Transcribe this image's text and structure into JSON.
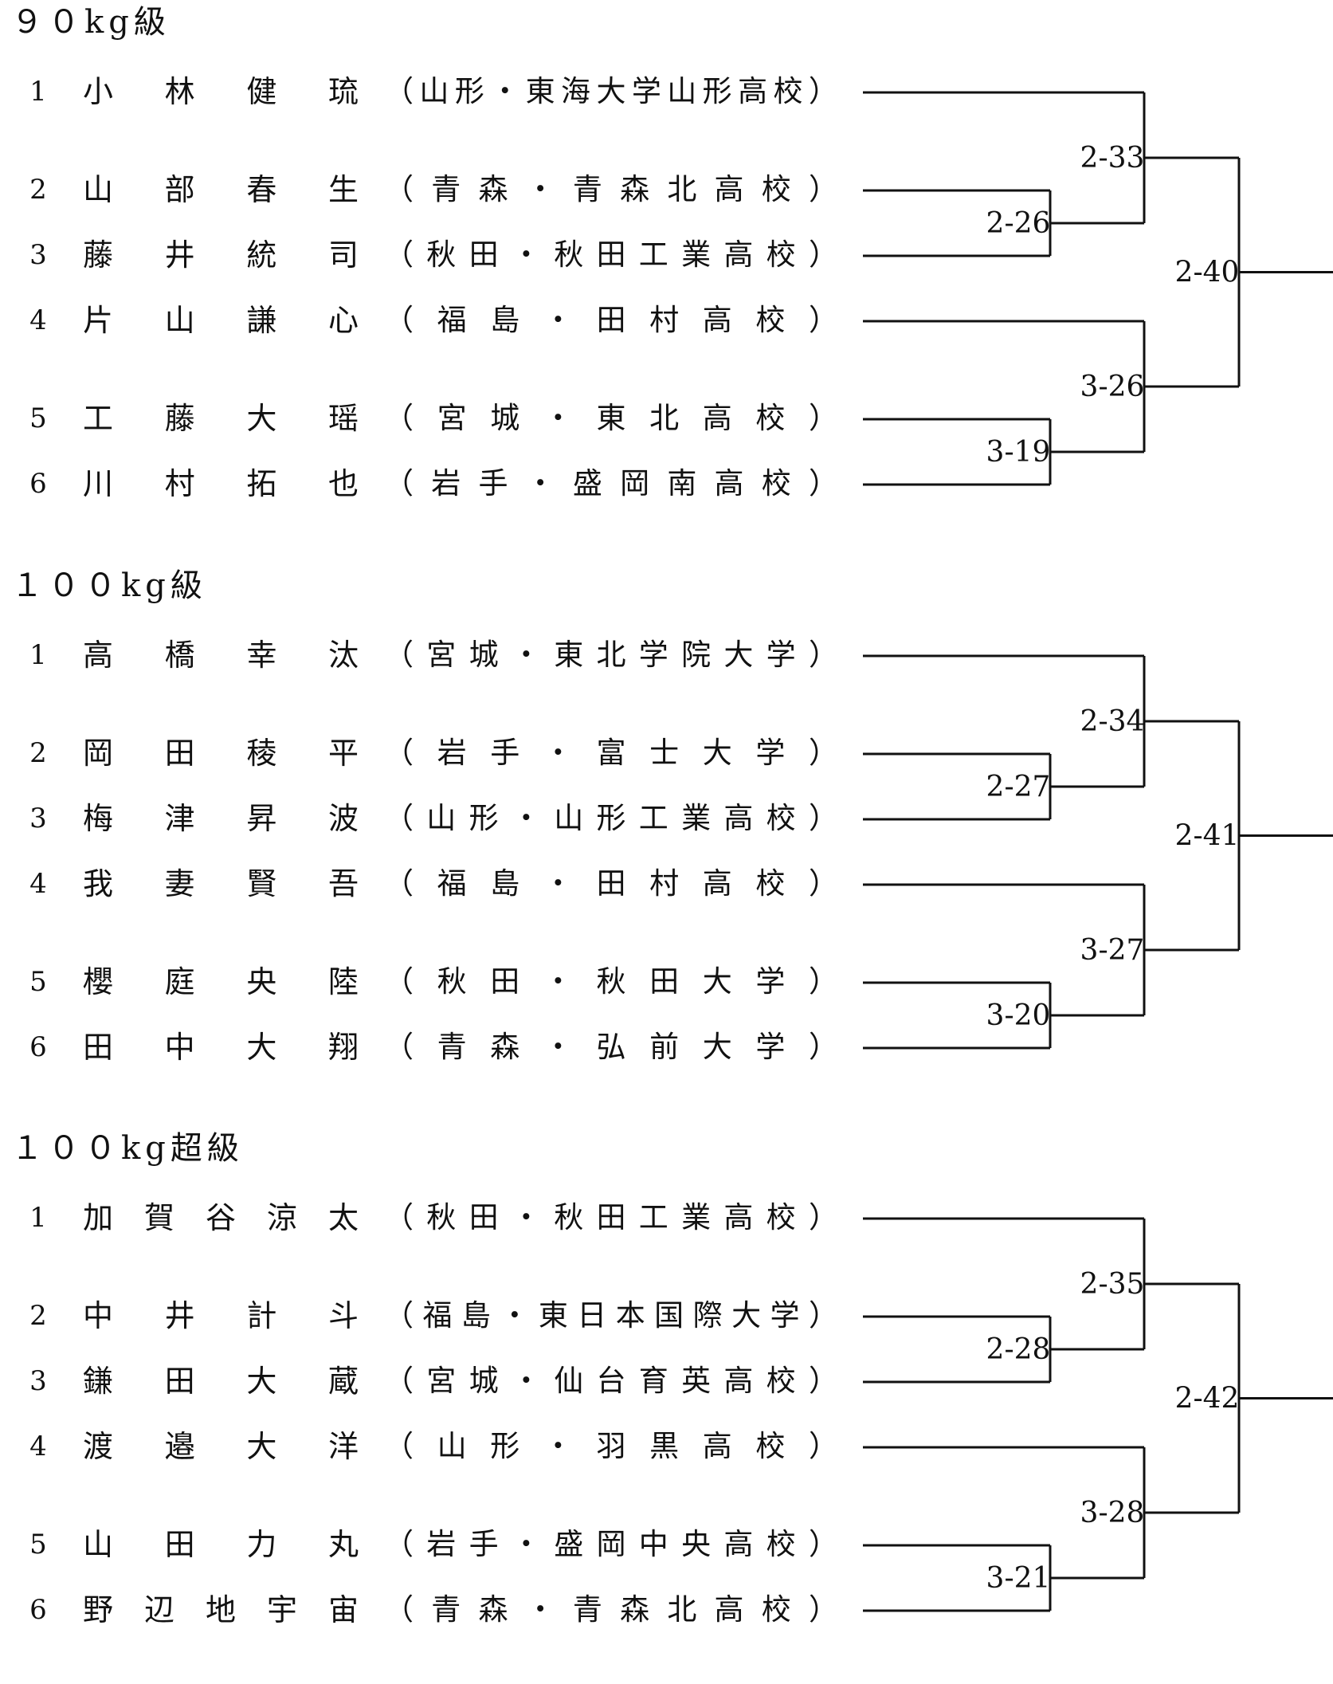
{
  "divisions": [
    {
      "title": "９０kg級",
      "entries": [
        {
          "num": "1",
          "name": "小林健琉",
          "affiliation": "（山形・東海大学山形高校）"
        },
        {
          "num": "2",
          "name": "山部春生",
          "affiliation": "（青森・青森北高校）"
        },
        {
          "num": "3",
          "name": "藤井統司",
          "affiliation": "（秋田・秋田工業高校）"
        },
        {
          "num": "4",
          "name": "片山謙心",
          "affiliation": "（福島・田村高校）"
        },
        {
          "num": "5",
          "name": "工藤大瑶",
          "affiliation": "（宮城・東北高校）"
        },
        {
          "num": "6",
          "name": "川村拓也",
          "affiliation": "（岩手・盛岡南高校）"
        }
      ],
      "matches": {
        "top_r1": "2-26",
        "top_r2": "2-33",
        "bot_r1": "3-19",
        "bot_r2": "3-26",
        "final": "2-40"
      }
    },
    {
      "title": "１００kg級",
      "entries": [
        {
          "num": "1",
          "name": "高橋幸汰",
          "affiliation": "（宮城・東北学院大学）"
        },
        {
          "num": "2",
          "name": "岡田稜平",
          "affiliation": "（岩手・富士大学）"
        },
        {
          "num": "3",
          "name": "梅津昇波",
          "affiliation": "（山形・山形工業高校）"
        },
        {
          "num": "4",
          "name": "我妻賢吾",
          "affiliation": "（福島・田村高校）"
        },
        {
          "num": "5",
          "name": "櫻庭央陸",
          "affiliation": "（秋田・秋田大学）"
        },
        {
          "num": "6",
          "name": "田中大翔",
          "affiliation": "（青森・弘前大学）"
        }
      ],
      "matches": {
        "top_r1": "2-27",
        "top_r2": "2-34",
        "bot_r1": "3-20",
        "bot_r2": "3-27",
        "final": "2-41"
      }
    },
    {
      "title": "１００kg超級",
      "entries": [
        {
          "num": "1",
          "name": "加賀谷涼太",
          "affiliation": "（秋田・秋田工業高校）"
        },
        {
          "num": "2",
          "name": "中井計斗",
          "affiliation": "（福島・東日本国際大学）"
        },
        {
          "num": "3",
          "name": "鎌田大蔵",
          "affiliation": "（宮城・仙台育英高校）"
        },
        {
          "num": "4",
          "name": "渡邉大洋",
          "affiliation": "（山形・羽黒高校）"
        },
        {
          "num": "5",
          "name": "山田力丸",
          "affiliation": "（岩手・盛岡中央高校）"
        },
        {
          "num": "6",
          "name": "野辺地宇宙",
          "affiliation": "（青森・青森北高校）"
        }
      ],
      "matches": {
        "top_r1": "2-28",
        "top_r2": "2-35",
        "bot_r1": "3-21",
        "bot_r2": "3-28",
        "final": "2-42"
      }
    }
  ]
}
